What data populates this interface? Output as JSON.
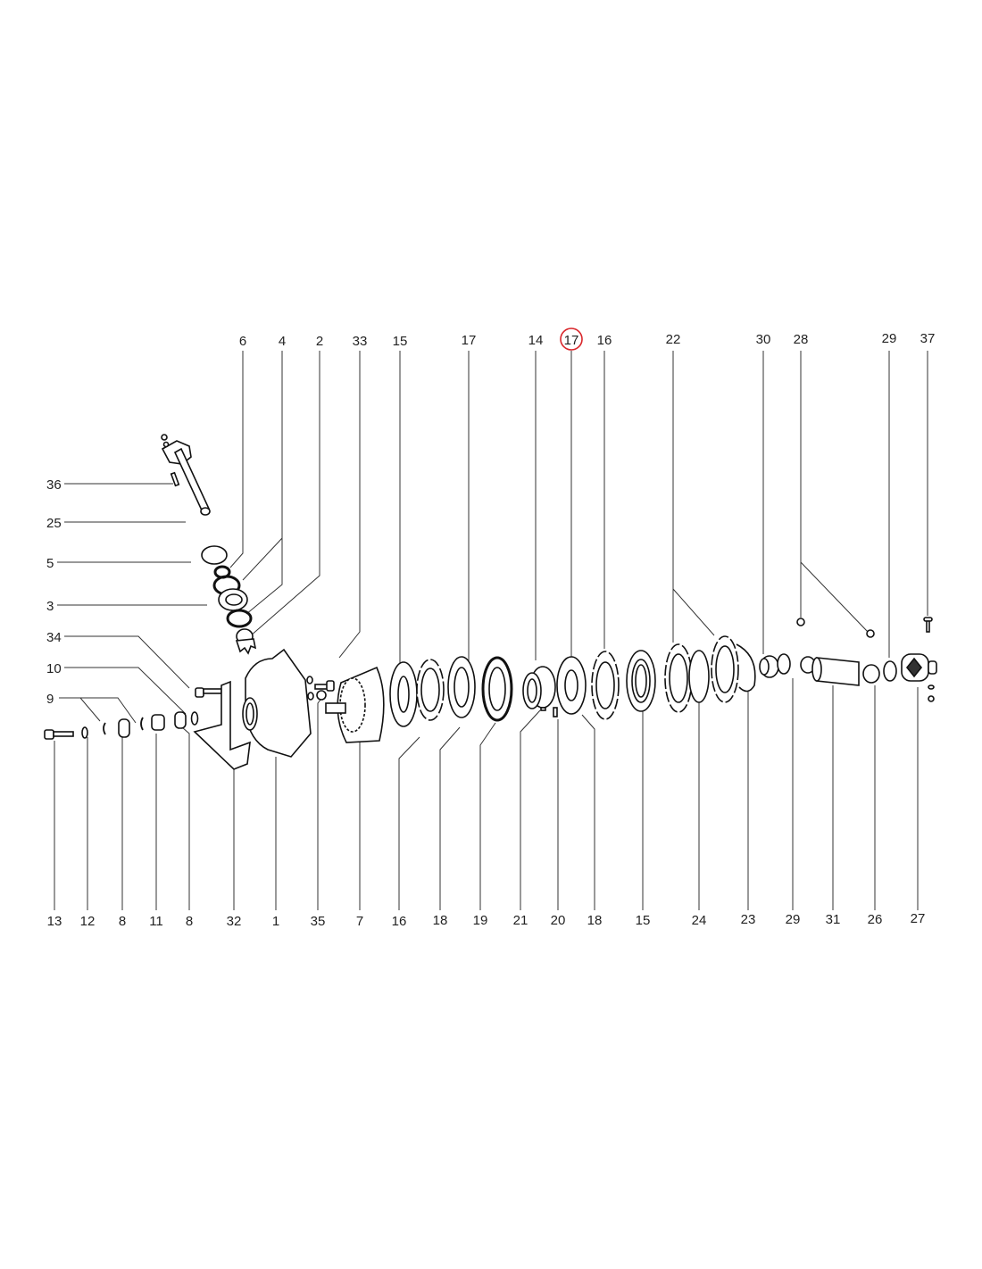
{
  "diagram": {
    "type": "exploded parts diagram",
    "highlight_color": "#d9262b",
    "highlighted_part": "17",
    "top_labels": [
      "6",
      "4",
      "2",
      "33",
      "15",
      "17",
      "14",
      "17",
      "16",
      "22",
      "30",
      "28",
      "29",
      "37"
    ],
    "left_labels": [
      "36",
      "25",
      "5",
      "3",
      "34",
      "10",
      "9"
    ],
    "bottom_labels": [
      "13",
      "12",
      "8",
      "11",
      "8",
      "32",
      "1",
      "35",
      "7",
      "16",
      "18",
      "19",
      "21",
      "20",
      "18",
      "15",
      "24",
      "23",
      "29",
      "31",
      "26",
      "27"
    ]
  }
}
